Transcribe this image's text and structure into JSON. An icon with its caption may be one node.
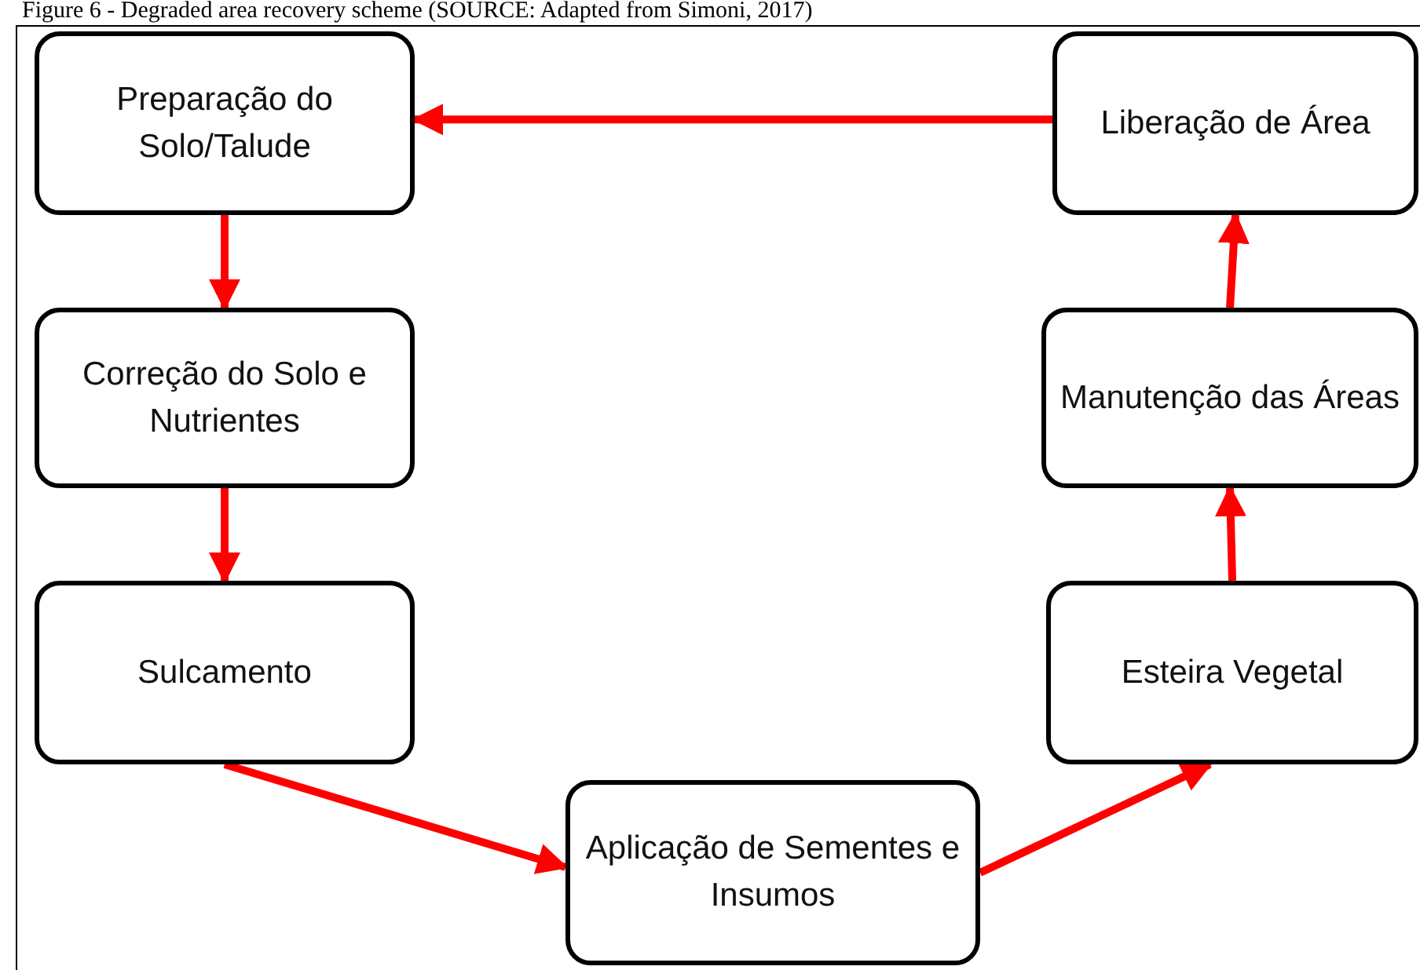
{
  "diagram": {
    "title": "Figure 6 - Degraded area recovery scheme (SOURCE: Adapted from Simoni, 2017)",
    "nodes": [
      {
        "text": [
          "Preparação do Solo/Talude"
        ]
      },
      {
        "text": [
          "Correção do Solo e Nutrientes"
        ]
      },
      {
        "text": [
          "Sulcamento"
        ]
      },
      {
        "text": [
          "Aplicação de Sementes e Insumos"
        ]
      },
      {
        "text": [
          "Esteira Vegetal"
        ]
      },
      {
        "text": [
          "Manutenção das Áreas"
        ]
      },
      {
        "text": [
          "Liberação de Área"
        ]
      }
    ],
    "edges": [
      {
        "from": 6,
        "to": 0,
        "arrow": "to"
      },
      {
        "from": 0,
        "to": 1,
        "arrow": "to"
      },
      {
        "from": 1,
        "to": 2,
        "arrow": "to"
      },
      {
        "from": 2,
        "to": 3,
        "arrow": "to"
      },
      {
        "from": 3,
        "to": 4,
        "arrow": "to"
      },
      {
        "from": 4,
        "to": 5,
        "arrow": "to"
      },
      {
        "from": 5,
        "to": 6,
        "arrow": "to"
      }
    ]
  }
}
